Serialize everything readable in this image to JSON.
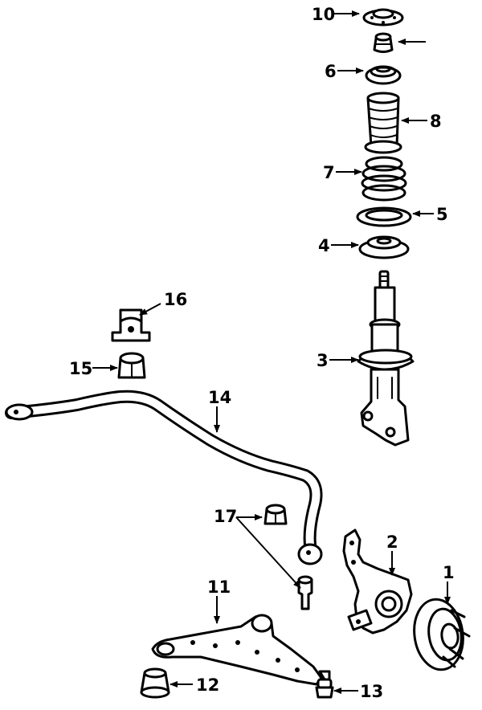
{
  "callouts": [
    {
      "id": "1",
      "label": "1"
    },
    {
      "id": "2",
      "label": "2"
    },
    {
      "id": "3",
      "label": "3"
    },
    {
      "id": "4",
      "label": "4"
    },
    {
      "id": "5",
      "label": "5"
    },
    {
      "id": "6",
      "label": "6"
    },
    {
      "id": "7",
      "label": "7"
    },
    {
      "id": "8",
      "label": "8"
    },
    {
      "id": "10",
      "label": "10"
    },
    {
      "id": "11",
      "label": "11"
    },
    {
      "id": "12",
      "label": "12"
    },
    {
      "id": "13",
      "label": "13"
    },
    {
      "id": "14",
      "label": "14"
    },
    {
      "id": "15",
      "label": "15"
    },
    {
      "id": "16",
      "label": "16"
    },
    {
      "id": "17",
      "label": "17"
    }
  ],
  "colors": {
    "line": "#000000",
    "background": "#ffffff"
  }
}
